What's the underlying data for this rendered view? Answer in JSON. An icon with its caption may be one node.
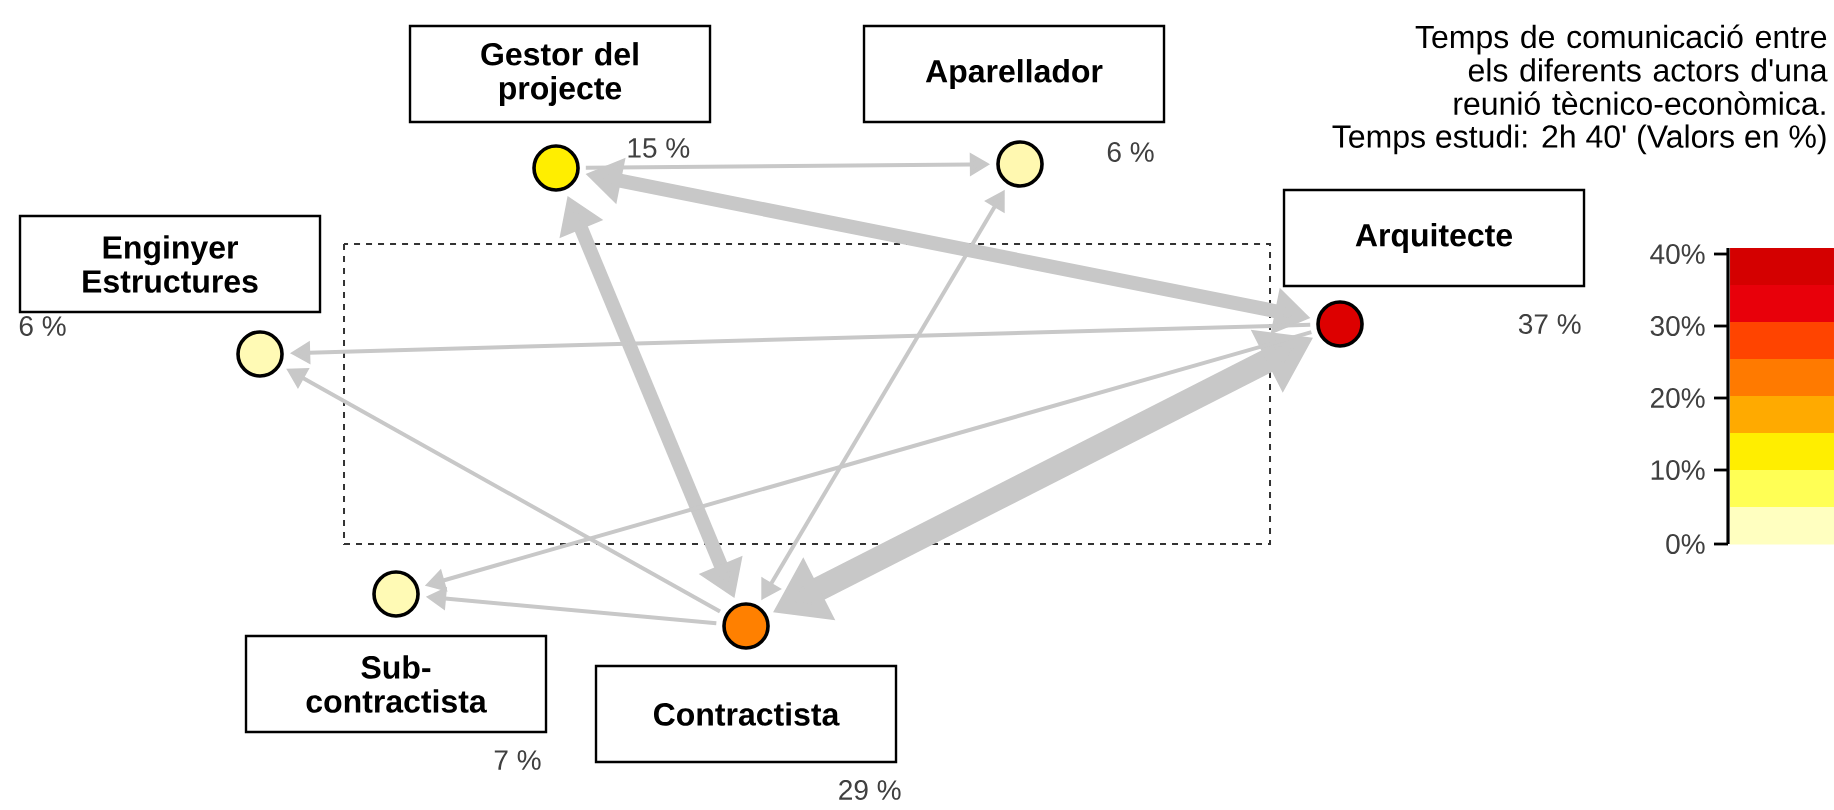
{
  "diagram": {
    "title": "Temps de comunicació entre els diferents actors d'una reunió tècnico-econòmica.",
    "nodes": [
      {
        "text": [
          "Gestor del projecte"
        ],
        "beside": [
          "15 %"
        ]
      },
      {
        "text": [
          "Aparellador"
        ],
        "beside": [
          "6 %"
        ]
      },
      {
        "text": [
          "Enginyer Estructures"
        ],
        "beside": [
          "6 %"
        ]
      },
      {
        "text": [
          "Arquitecte"
        ],
        "beside": [
          "37 %"
        ]
      },
      {
        "text": [
          "Sub- contractista"
        ],
        "beside": [
          "7 %"
        ]
      },
      {
        "text": [
          "Contractista"
        ],
        "beside": [
          "29 %"
        ]
      },
      {
        "text": [],
        "shape": "circle"
      },
      {
        "text": [],
        "shape": "circle"
      },
      {
        "text": [],
        "shape": "circle"
      },
      {
        "text": [],
        "shape": "circle"
      },
      {
        "text": [],
        "shape": "circle"
      },
      {
        "text": [],
        "shape": "circle"
      }
    ],
    "edges": [
      {
        "from": 9,
        "to": 6,
        "arrow": "both",
        "style": "thick"
      },
      {
        "from": 6,
        "to": 11,
        "arrow": "both",
        "style": "thick"
      },
      {
        "from": 9,
        "to": 11,
        "arrow": "both",
        "style": "thick"
      },
      {
        "from": 6,
        "to": 7,
        "arrow": "to"
      },
      {
        "from": 7,
        "to": 11,
        "arrow": "both"
      },
      {
        "from": 9,
        "to": 8,
        "arrow": "to"
      },
      {
        "from": 11,
        "to": 8,
        "arrow": "to"
      },
      {
        "from": 9,
        "to": 10,
        "arrow": "to"
      },
      {
        "from": 11,
        "to": 10,
        "arrow": "to"
      }
    ],
    "labels": [
      "Temps estudi: 2h 40' (Valors en %)",
      "40%",
      "30%",
      "20%",
      "10%",
      "0%"
    ]
  }
}
